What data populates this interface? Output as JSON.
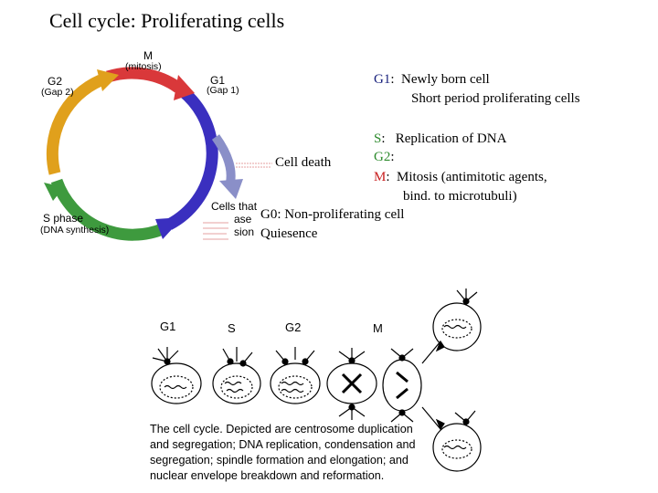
{
  "title": "Cell cycle: Proliferating cells",
  "wheel": {
    "m_label": "M",
    "m_sub": "(mitosis)",
    "g1_label": "G1",
    "g1_sub": "(Gap 1)",
    "g2_label": "G2",
    "g2_sub": "(Gap 2)",
    "s_label": "S phase",
    "s_sub": "(DNA synthesis)",
    "cells_that": "Cells that",
    "cease_part": "ase",
    "sion_part": "sion",
    "cell_death": "Cell death",
    "colors": {
      "m": "#d9383a",
      "g1": "#3a2fbf",
      "g2": "#e0a01c",
      "s": "#3e9a3e",
      "g0": "#8a8fc8"
    }
  },
  "legend": {
    "g1_key": "G1",
    "g1_colon": ":",
    "g1_text": "Newly born cell",
    "g1_text2": "Short period proliferating cells",
    "s_key": "S",
    "s_colon": ":",
    "s_text": "Replication of DNA",
    "g2_key": "G2",
    "g2_colon": ":",
    "m_key": "M",
    "m_colon": ":",
    "m_text": "Mitosis (antimitotic agents,",
    "m_text2": "bind. to microtubuli)",
    "g0_text": "G0: Non-proliferating cell",
    "g0_text2": "Quiesence"
  },
  "stages": {
    "g1": "G1",
    "s": "S",
    "g2": "G2",
    "m": "M"
  },
  "caption": "The cell cycle. Depicted are centrosome duplication and segregation; DNA replication, condensation and segregation; spindle formation and elongation; and nuclear envelope breakdown and reformation."
}
